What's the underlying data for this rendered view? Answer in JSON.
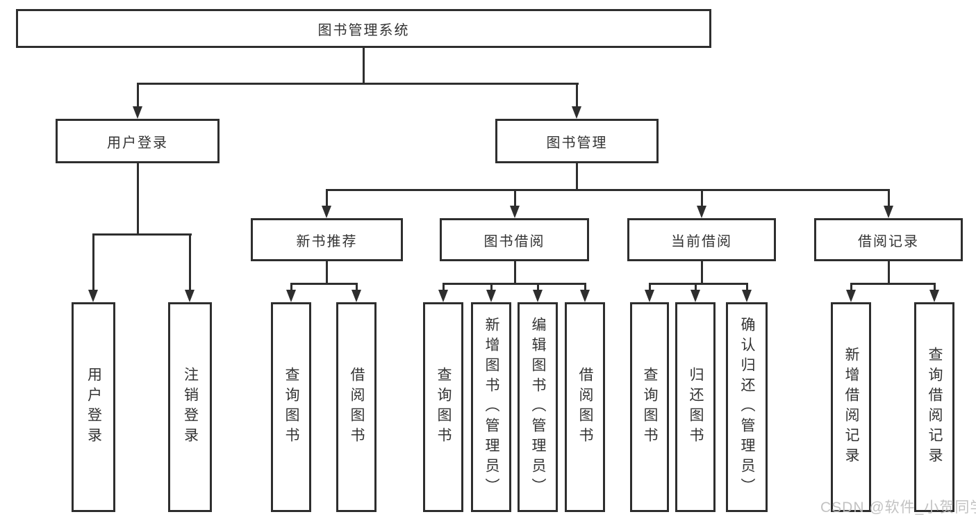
{
  "diagram": {
    "root": {
      "label": "图书管理系统"
    },
    "level2": [
      {
        "label": "用户登录"
      },
      {
        "label": "图书管理"
      }
    ],
    "level3": [
      {
        "label": "新书推荐"
      },
      {
        "label": "图书借阅"
      },
      {
        "label": "当前借阅"
      },
      {
        "label": "借阅记录"
      }
    ],
    "leaves": [
      {
        "label": "用户登录"
      },
      {
        "label": "注销登录"
      },
      {
        "label": "查询图书"
      },
      {
        "label": "借阅图书"
      },
      {
        "label": "查询图书"
      },
      {
        "label": "新增图书（管理员）"
      },
      {
        "label": "编辑图书（管理员）"
      },
      {
        "label": "借阅图书"
      },
      {
        "label": "查询图书"
      },
      {
        "label": "归还图书"
      },
      {
        "label": "确认归还（管理员）"
      },
      {
        "label": "新增借阅记录"
      },
      {
        "label": "查询借阅记录"
      }
    ]
  },
  "watermark": {
    "text": "CSDN @软件_小贺同学"
  },
  "colors": {
    "line": "#2e2e2e",
    "text": "#333333",
    "watermark": "#bdbdbd",
    "background": "#ffffff"
  }
}
